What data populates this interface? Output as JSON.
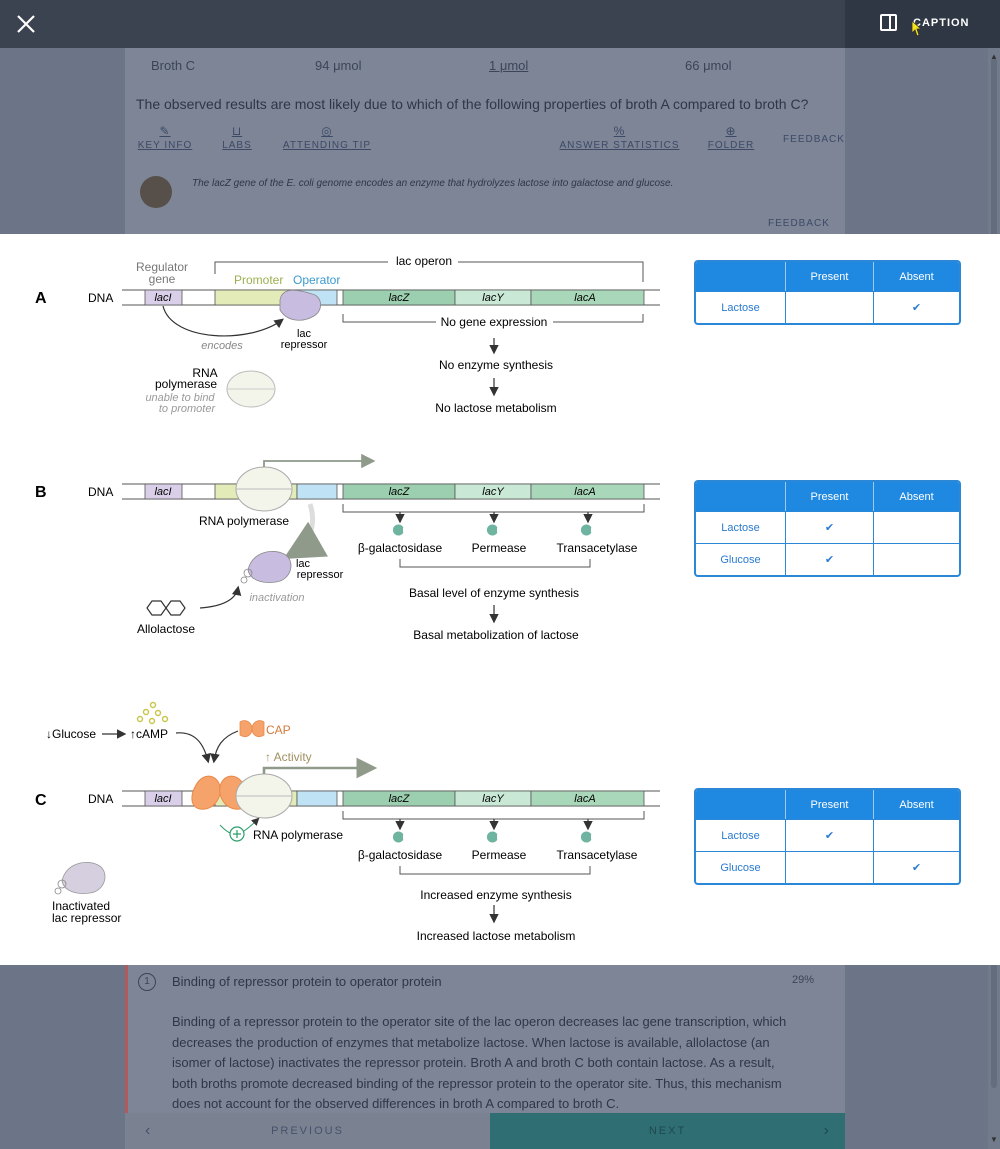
{
  "background": {
    "table_row": {
      "label": "Broth C",
      "value1": "94 μmol",
      "value2": "1 μmol",
      "value3": "66 μmol"
    },
    "question": "The observed results are most likely due to which of the following properties of broth A compared to broth C?",
    "toolbar": [
      "KEY INFO",
      "LABS",
      "ATTENDING TIP",
      "ANSWER STATISTICS",
      "FOLDER",
      "FEEDBACK"
    ],
    "tip_text": "The lacZ gene of the E. coli genome encodes an enzyme that hydrolyzes lactose into galactose and glucose.",
    "feedback_link": "FEEDBACK",
    "answer_number": "1",
    "answer_title": "Binding of repressor protein to operator protein",
    "answer_percent": "29%",
    "explanation": "Binding of a repressor protein to the operator site of the lac operon decreases lac gene transcription, which decreases the production of enzymes that metabolize lactose. When lactose is available, allolactose (an isomer of lactose) inactivates the repressor protein. Broth A and broth C both contain lactose. As a result, both broths promote decreased binding of the repressor protein to the operator site. Thus, this mechanism does not account for the observed differences in broth A compared to broth C.",
    "prev_label": "PREVIOUS",
    "next_label": "NEXT"
  },
  "topbar": {
    "caption_label": "CAPTION"
  },
  "figure": {
    "panel_a": {
      "letter": "A",
      "dna": "DNA",
      "regulator_gene": [
        "Regulator",
        "gene"
      ],
      "promoter": "Promoter",
      "operator": "Operator",
      "lac_operon": "lac operon",
      "genes": [
        "lacI",
        "lacZ",
        "lacY",
        "lacA"
      ],
      "encodes": "encodes",
      "lac_repressor": [
        "lac",
        "repressor"
      ],
      "rna_polymerase": [
        "RNA",
        "polymerase"
      ],
      "unable": [
        "unable to bind",
        "to promoter"
      ],
      "flow": [
        "No gene expression",
        "No enzyme synthesis",
        "No lactose metabolism"
      ]
    },
    "panel_b": {
      "letter": "B",
      "dna": "DNA",
      "genes": [
        "lacI",
        "lacZ",
        "lacY",
        "lacA"
      ],
      "rna_polymerase": "RNA polymerase",
      "lac_repressor": [
        "lac",
        "repressor"
      ],
      "inactivation": "inactivation",
      "allolactose": "Allolactose",
      "enzymes": [
        "β-galactosidase",
        "Permease",
        "Transacetylase"
      ],
      "flow": [
        "Basal level of enzyme synthesis",
        "Basal metabolization of lactose"
      ]
    },
    "panel_c": {
      "letter": "C",
      "dna": "DNA",
      "genes": [
        "lacI",
        "lacZ",
        "lacY",
        "lacA"
      ],
      "glucose": "↓Glucose",
      "camp": "↑cAMP",
      "cap": "CAP",
      "activity": "↑ Activity",
      "rna_polymerase": "RNA polymerase",
      "inactivated": [
        "Inactivated",
        "lac repressor"
      ],
      "enzymes": [
        "β-galactosidase",
        "Permease",
        "Transacetylase"
      ],
      "flow": [
        "Increased enzyme synthesis",
        "Increased lactose metabolism"
      ]
    },
    "tables": {
      "headers": [
        "Present",
        "Absent"
      ],
      "a": [
        {
          "label": "Lactose",
          "present": "",
          "absent": "✔"
        }
      ],
      "b": [
        {
          "label": "Lactose",
          "present": "✔",
          "absent": ""
        },
        {
          "label": "Glucose",
          "present": "✔",
          "absent": ""
        }
      ],
      "c": [
        {
          "label": "Lactose",
          "present": "✔",
          "absent": ""
        },
        {
          "label": "Glucose",
          "present": "",
          "absent": "✔"
        }
      ]
    },
    "colors": {
      "lacI": "#d9cfe8",
      "promoter": "#e3ebb8",
      "operator": "#bfe2f4",
      "lacZ": "#9ccfb0",
      "lacY": "#c9e8d6",
      "lacA": "#a9d7b9",
      "cap": "#f5a36a",
      "green_check": "#2aa04a",
      "red_check": "#e8552b",
      "table_blue": "#1f88e0"
    }
  }
}
